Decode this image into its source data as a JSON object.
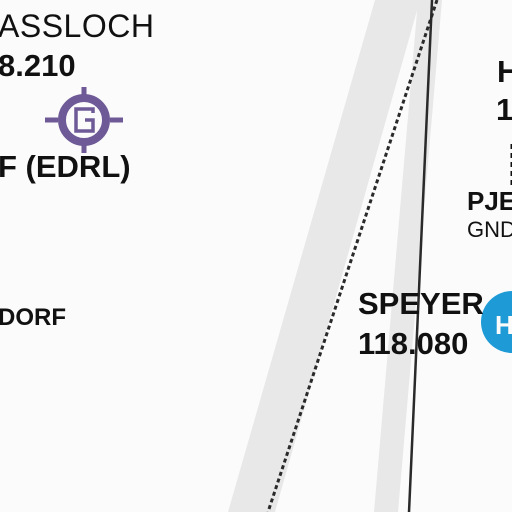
{
  "labels": {
    "hassloch_name": "ASSLOCH",
    "hassloch_freq": "8.210",
    "edrl_name": "F (EDRL)",
    "dorf_name": "DORF",
    "h_name": "H",
    "h_freq": "1",
    "pj_name": "PJE",
    "pj_sub": "GND",
    "speyer_name": "SPEYER",
    "speyer_freq": "118.080"
  },
  "icons": {
    "glider_site": "glider-airfield-g-icon",
    "heliport": "heliport-h-icon"
  },
  "colors": {
    "background": "#fbfbfb",
    "highway_band": "#e6e6e6",
    "border_line": "#2a2a2a",
    "glider_symbol": "#6e5a96",
    "heliport_symbol": "#1e9bd7",
    "text": "#111111"
  }
}
